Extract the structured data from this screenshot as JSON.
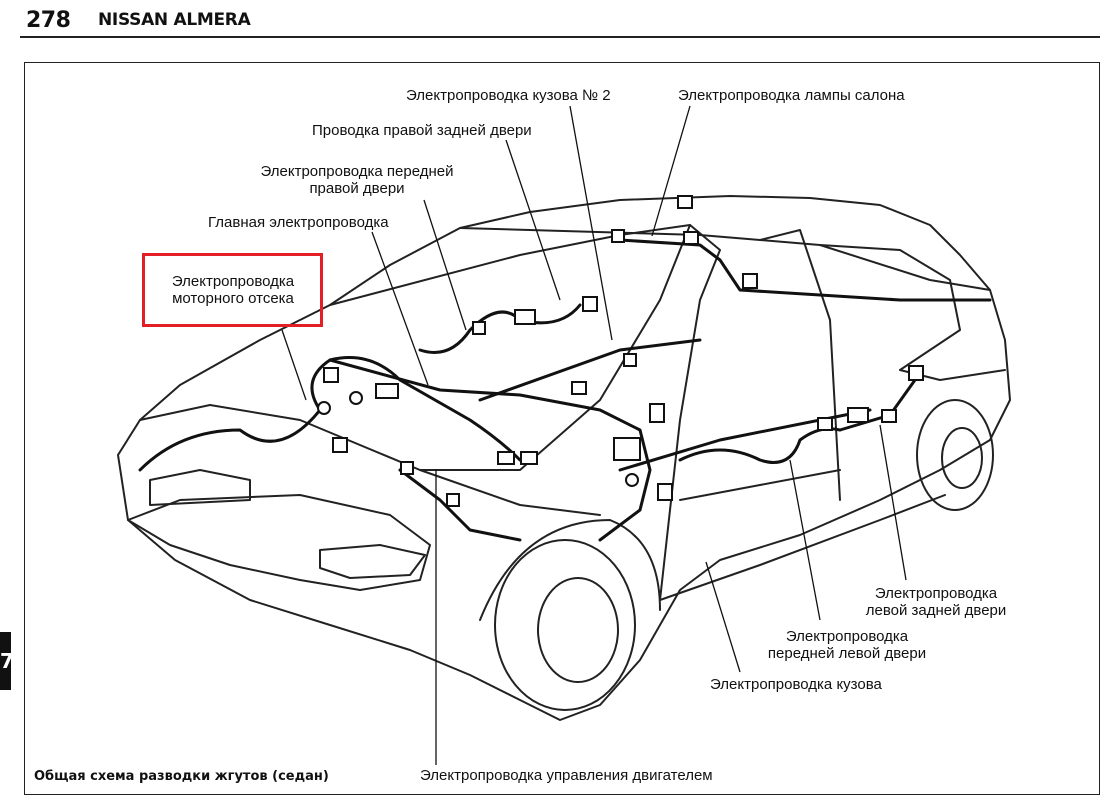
{
  "header": {
    "page_number": "278",
    "title": "NISSAN ALMERA"
  },
  "side_tab": "7",
  "labels": {
    "body_wiring_2": "Электропроводка кузова № 2",
    "cabin_lamp": "Электропроводка лампы салона",
    "right_rear_door": "Проводка правой задней двери",
    "front_right_door_l1": "Электропроводка передней",
    "front_right_door_l2": "правой двери",
    "main_harness": "Главная электропроводка",
    "engine_bay_l1": "Электропроводка",
    "engine_bay_l2": "моторного отсека",
    "left_rear_door_l1": "Электропроводка",
    "left_rear_door_l2": "левой задней двери",
    "front_left_door_l1": "Электропроводка",
    "front_left_door_l2": "передней левой двери",
    "body_wiring": "Электропроводка кузова",
    "engine_control": "Электропроводка управления двигателем"
  },
  "caption": "Общая схема разводки жгутов (седан)",
  "colors": {
    "highlight": "#e31e24",
    "line": "#222222"
  }
}
